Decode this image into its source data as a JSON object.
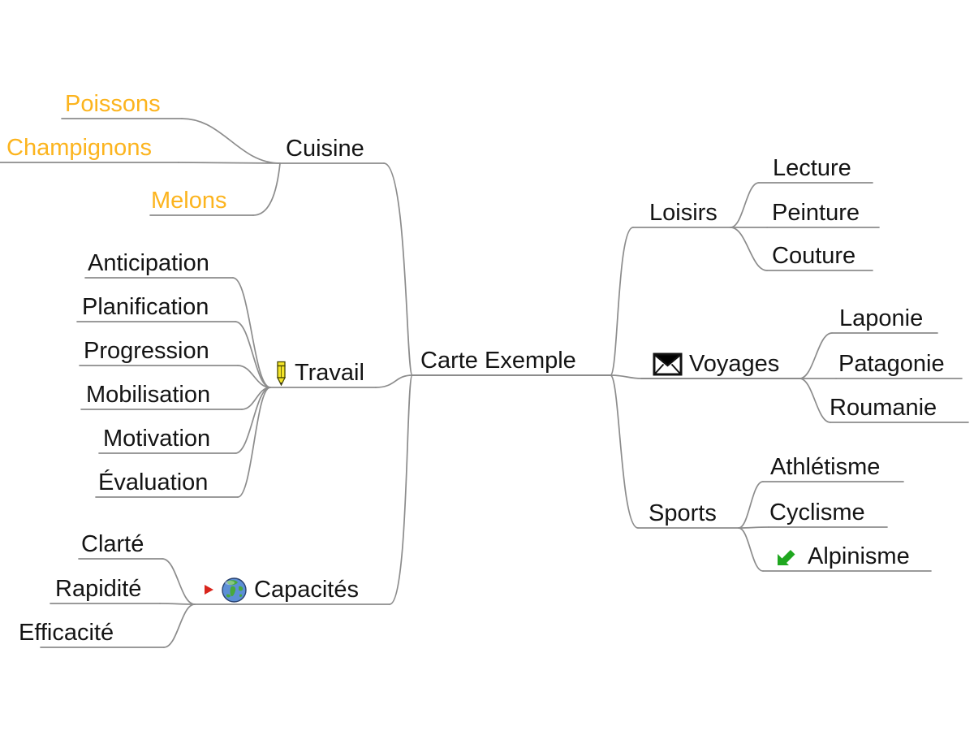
{
  "app": {
    "type": "mind-map",
    "root_label": "Carte Exemple"
  },
  "colors": {
    "text": "#141414",
    "child_orange": "#FCB41E",
    "edge_gray": "#8C8C8C",
    "green_arrow": "#1FA71F",
    "red_arrow": "#D9251C",
    "pencil_yellow": "#F4E428",
    "globe_sea": "#5C8FD6",
    "globe_land": "#48A93C"
  },
  "nodes": {
    "center": {
      "label": "Carte Exemple",
      "side": "root",
      "children": [
        "cuisine",
        "travail",
        "capacites",
        "loisirs",
        "voyages",
        "sports"
      ]
    },
    "cuisine": {
      "label": "Cuisine",
      "side": "left",
      "children": [
        "poissons",
        "champignons",
        "melons"
      ]
    },
    "poissons": {
      "label": "Poissons",
      "side": "left",
      "color": "orange"
    },
    "champignons": {
      "label": "Champignons",
      "side": "left",
      "color": "orange"
    },
    "melons": {
      "label": "Melons",
      "side": "left",
      "color": "orange"
    },
    "travail": {
      "label": "Travail",
      "side": "left",
      "icon": "pencil",
      "children": [
        "anticipation",
        "planification",
        "progression",
        "mobilisation",
        "motivation",
        "evaluation"
      ]
    },
    "anticipation": {
      "label": "Anticipation",
      "side": "left"
    },
    "planification": {
      "label": "Planification",
      "side": "left"
    },
    "progression": {
      "label": "Progression",
      "side": "left"
    },
    "mobilisation": {
      "label": "Mobilisation",
      "side": "left"
    },
    "motivation": {
      "label": "Motivation",
      "side": "left"
    },
    "evaluation": {
      "label": "Évaluation",
      "side": "left"
    },
    "capacites": {
      "label": "Capacités",
      "side": "left",
      "icons": [
        "red-arrow",
        "globe"
      ],
      "children": [
        "clarte",
        "rapidite",
        "efficacite"
      ]
    },
    "clarte": {
      "label": "Clarté",
      "side": "left"
    },
    "rapidite": {
      "label": "Rapidité",
      "side": "left"
    },
    "efficacite": {
      "label": "Efficacité",
      "side": "left"
    },
    "loisirs": {
      "label": "Loisirs",
      "side": "right",
      "children": [
        "lecture",
        "peinture",
        "couture"
      ]
    },
    "lecture": {
      "label": "Lecture",
      "side": "right"
    },
    "peinture": {
      "label": "Peinture",
      "side": "right"
    },
    "couture": {
      "label": "Couture",
      "side": "right"
    },
    "voyages": {
      "label": "Voyages",
      "side": "right",
      "icon": "envelope",
      "children": [
        "laponie",
        "patagonie",
        "roumanie"
      ]
    },
    "laponie": {
      "label": "Laponie",
      "side": "right"
    },
    "patagonie": {
      "label": "Patagonie",
      "side": "right"
    },
    "roumanie": {
      "label": "Roumanie",
      "side": "right"
    },
    "sports": {
      "label": "Sports",
      "side": "right",
      "children": [
        "athletisme",
        "cyclisme",
        "alpinisme"
      ]
    },
    "athletisme": {
      "label": "Athlétisme",
      "side": "right"
    },
    "cyclisme": {
      "label": "Cyclisme",
      "side": "right"
    },
    "alpinisme": {
      "label": "Alpinisme",
      "side": "right",
      "icon": "green-arrow-down-left"
    }
  }
}
